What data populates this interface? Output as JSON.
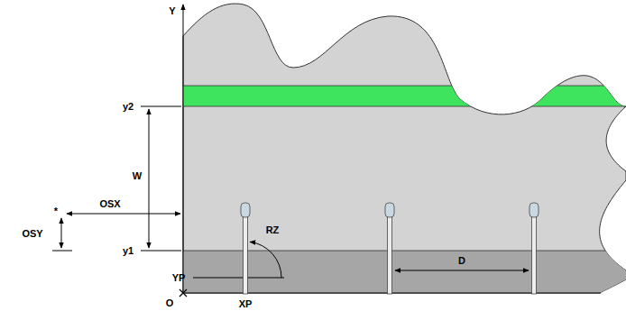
{
  "diagram": {
    "labels": [
      "Y",
      "y2",
      "W",
      "OSX",
      "*",
      "OSY",
      "y1",
      "RZ",
      "D",
      "YP",
      "XP",
      "O"
    ]
  }
}
